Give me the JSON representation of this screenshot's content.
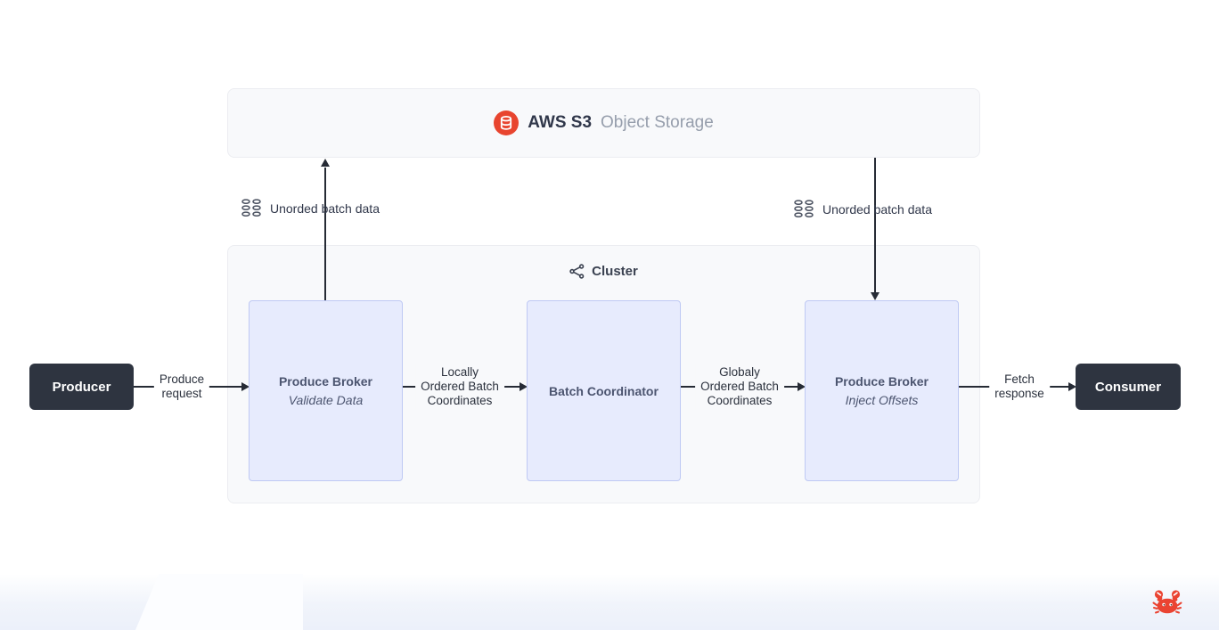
{
  "s3": {
    "title_strong": "AWS S3",
    "title_light": "Object Storage"
  },
  "cluster": {
    "title": "Cluster"
  },
  "nodes": {
    "producer": "Producer",
    "consumer": "Consumer",
    "broker_validate": {
      "title": "Produce Broker",
      "subtitle": "Validate Data"
    },
    "coordinator": {
      "title": "Batch Coordinator"
    },
    "broker_inject": {
      "title": "Produce Broker",
      "subtitle": "Inject Offsets"
    }
  },
  "flows": {
    "unordered_left": "Unorded batch data",
    "unordered_right": "Unorded batch data",
    "produce_request": {
      "line1": "Produce",
      "line2": "request"
    },
    "locally_ordered": {
      "line1": "Locally",
      "line2": "Ordered Batch",
      "line3": "Coordinates"
    },
    "globally_ordered": {
      "line1": "Globaly",
      "line2": "Ordered Batch",
      "line3": "Coordinates"
    },
    "fetch_response": {
      "line1": "Fetch",
      "line2": "response"
    }
  },
  "icons": {
    "s3": "database-icon",
    "cluster": "hub-nodes-icon",
    "batch": "stacked-disks-icon",
    "mascot": "crab-icon"
  },
  "colors": {
    "accent_red": "#E8452F",
    "dark_node": "#2E3440",
    "panel_bg": "#F8F9FB",
    "panel_border": "#ECEDF1",
    "inner_node_bg": "#E7EBFD",
    "inner_node_border": "#BFC9F4",
    "arrow": "#262B35"
  }
}
